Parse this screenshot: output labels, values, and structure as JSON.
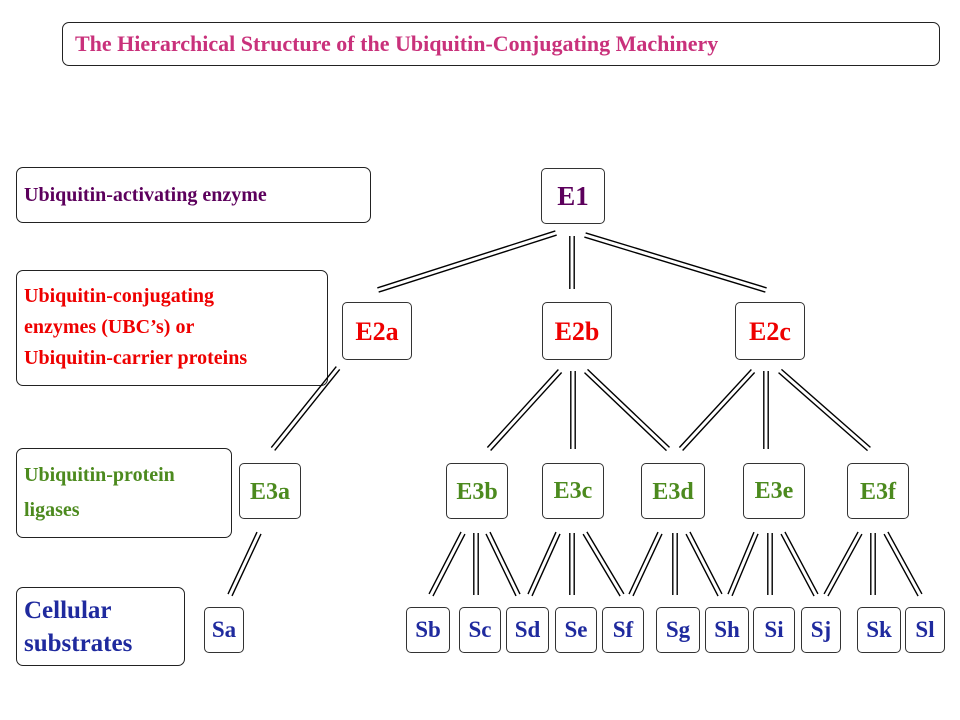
{
  "title": "The Hierarchical Structure of the Ubiquitin-Conjugating Machinery",
  "levels": {
    "e1": [
      "Ubiquitin-activating enzyme"
    ],
    "e2": [
      "Ubiquitin-conjugating",
      "enzymes (UBC’s) or",
      "Ubiquitin-carrier proteins"
    ],
    "e3": [
      "Ubiquitin-protein",
      "ligases"
    ],
    "substrates": [
      "Cellular",
      "substrates"
    ]
  },
  "nodes": {
    "e1": "E1",
    "e2a": "E2a",
    "e2b": "E2b",
    "e2c": "E2c",
    "e3a": "E3a",
    "e3b": "E3b",
    "e3c": "E3c",
    "e3d": "E3d",
    "e3e": "E3e",
    "e3f": "E3f",
    "sa": "Sa",
    "sb": "Sb",
    "sc": "Sc",
    "sd": "Sd",
    "se": "Se",
    "sf": "Sf",
    "sg": "Sg",
    "sh": "Sh",
    "si": "Si",
    "sj": "Sj",
    "sk": "Sk",
    "sl": "Sl"
  },
  "colors": {
    "title": "#c9317b",
    "e1": "#5c005c",
    "e2": "#ee0000",
    "e3": "#4c8a1e",
    "substrates": "#1f2a9e",
    "connector": "#000000"
  }
}
